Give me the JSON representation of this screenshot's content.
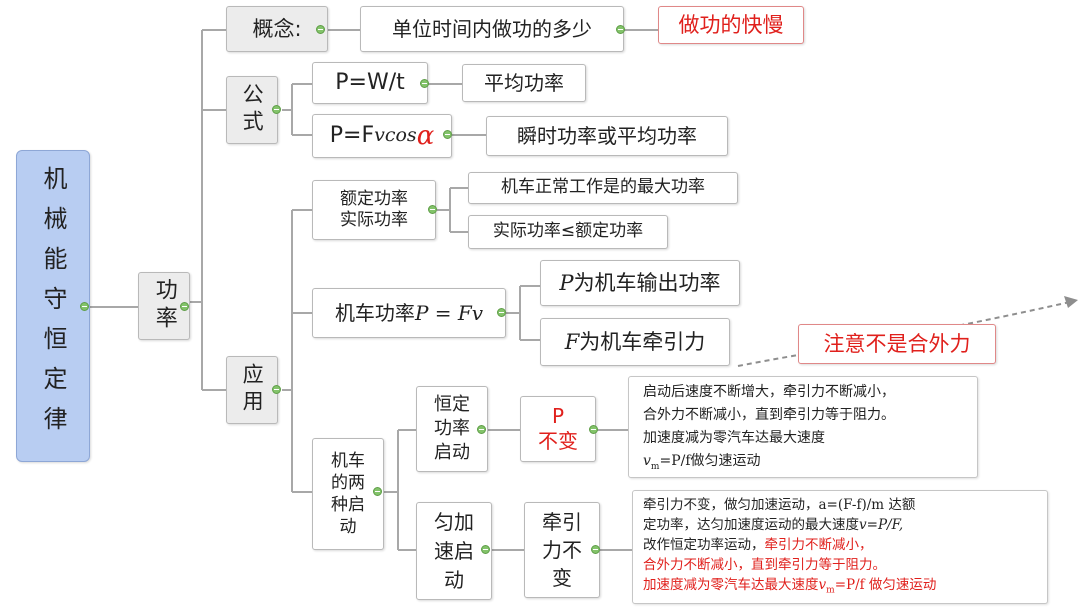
{
  "root": "机械能守恒定律",
  "main": "功率",
  "concept": {
    "label": "概念:",
    "definition": "单位时间内做功的多少",
    "meaning": "做功的快慢"
  },
  "formula": {
    "label": "公式",
    "f1": "P=W/t",
    "f1_desc": "平均功率",
    "f2_prefix": "P=F",
    "f2_var": "vcos",
    "f2_alpha": "α",
    "f2_desc": "瞬时功率或平均功率"
  },
  "application": {
    "label": "应用",
    "rated": {
      "line1": "额定功率",
      "line2": "实际功率",
      "desc1": "机车正常工作是的最大功率",
      "desc2": "实际功率≤额定功率"
    },
    "engine": {
      "label": "机车功率",
      "formula": "P = Fv",
      "desc1_var": "P",
      "desc1_text": "为机车输出功率",
      "desc2_var": "F",
      "desc2_text": " 为机车牵引力",
      "callout": "注意不是合外力"
    },
    "startup": {
      "label": "机车的两种启动",
      "const_power": {
        "label": "恒定功率启动",
        "cond_line1": "P",
        "cond_line2": "不变",
        "note": [
          "启动后速度不断增大，牵引力不断减小，",
          "合外力不断减小，直到牵引力等于阻力。",
          "加速度减为零汽车达最大速度",
          "=P/f做匀速运动"
        ],
        "note_var": "v",
        "note_sub": "m"
      },
      "const_accel": {
        "label": "匀加速启动",
        "cond": "牵引力不变",
        "note": [
          "牵引力不变，做匀加速运动，a=(F-f)/m 达额",
          "定功率，达匀加速度运动的最大速度",
          "改作恒定功率运动，",
          "牵引力不断减小，",
          "合外力不断减小，直到牵引力等于阻力。",
          "加速度减为零汽车达最大速度",
          "=P/f  做匀速运动"
        ],
        "note_v_formula": "v=P/F,",
        "note_var": "v",
        "note_sub": "m"
      }
    }
  }
}
